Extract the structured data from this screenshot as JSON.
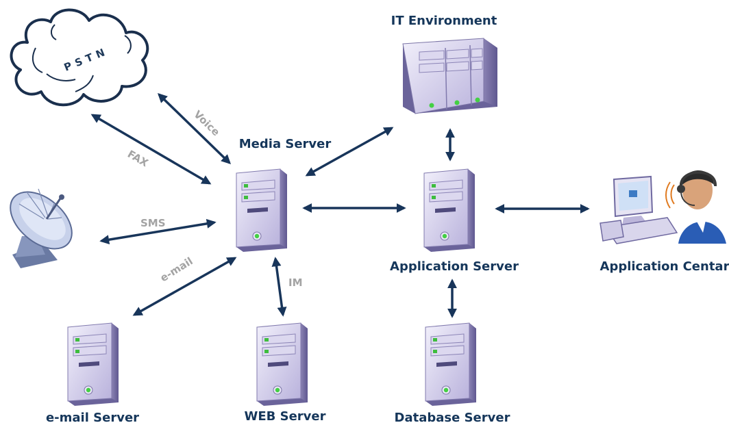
{
  "nodes": {
    "pstn": {
      "text": "PSTN",
      "icon": "cloud-icon"
    },
    "it_environment": {
      "label": "IT Environment",
      "icon": "server-rack-icon"
    },
    "media_server": {
      "label": "Media Server",
      "icon": "server-icon"
    },
    "application_server": {
      "label": "Application Server",
      "icon": "server-icon"
    },
    "application_center": {
      "label": "Application Centar",
      "icon": "call-center-agent-icon"
    },
    "email_server": {
      "label": "e-mail Server",
      "icon": "server-icon"
    },
    "web_server": {
      "label": "WEB Server",
      "icon": "server-icon"
    },
    "database_server": {
      "label": "Database Server",
      "icon": "server-icon"
    },
    "satellite": {
      "icon": "satellite-dish-icon"
    }
  },
  "edges": {
    "voice": "Voice",
    "fax": "FAX",
    "sms": "SMS",
    "email": "e-mail",
    "im": "IM"
  },
  "colors": {
    "arrow": "#18355a",
    "node_label": "#15365a",
    "edge_label": "#a3a3a3",
    "server_body": "#c9c4e3"
  }
}
